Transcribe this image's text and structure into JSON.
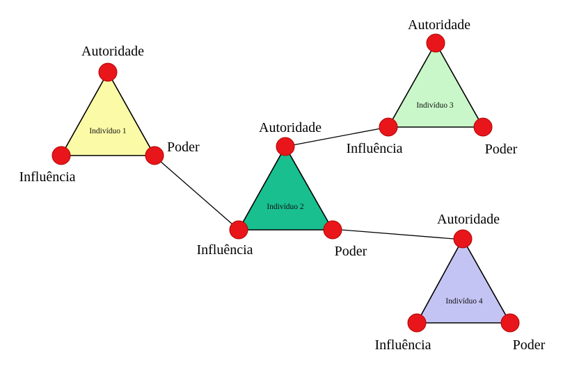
{
  "colors": {
    "node": "#e8161b",
    "line": "#000000"
  },
  "individuals": [
    {
      "name": "Indivíduo 1",
      "fill": "#fbfaa6",
      "autoridade": "Autoridade",
      "influencia": "Influência",
      "poder": "Poder"
    },
    {
      "name": "Indivíduo 2",
      "fill": "#19bf8f",
      "autoridade": "Autoridade",
      "influencia": "Influência",
      "poder": "Poder"
    },
    {
      "name": "Indivíduo 3",
      "fill": "#c9f7c9",
      "autoridade": "Autoridade",
      "influencia": "Influência",
      "poder": "Poder"
    },
    {
      "name": "Indivíduo 4",
      "fill": "#c4c4f4",
      "autoridade": "Autoridade",
      "influencia": "Influência",
      "poder": "Poder"
    }
  ],
  "connections": [
    {
      "from": "individuals.0.poder",
      "to": "individuals.1.influencia"
    },
    {
      "from": "individuals.1.autoridade",
      "to": "individuals.2.influencia"
    },
    {
      "from": "individuals.1.poder",
      "to": "individuals.3.autoridade"
    }
  ]
}
